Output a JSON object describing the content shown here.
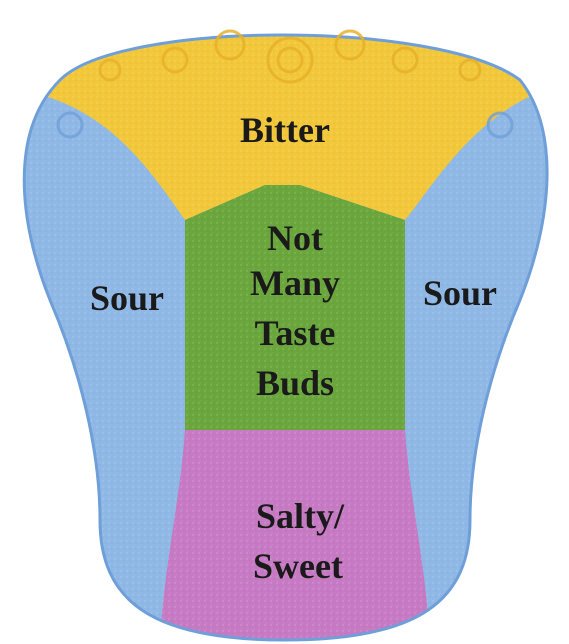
{
  "regions": {
    "bitter": {
      "label": "Bitter",
      "color": "#f2c83a"
    },
    "center": {
      "label_lines": [
        "Not",
        "Many",
        "Taste",
        "Buds"
      ],
      "color": "#6aa63c"
    },
    "sour_left": {
      "label": "Sour",
      "color": "#8fb8e6"
    },
    "sour_right": {
      "label": "Sour",
      "color": "#8fb8e6"
    },
    "salty_sweet": {
      "label_lines": [
        "Salty/",
        "Sweet"
      ],
      "color": "#c77ac4"
    }
  },
  "colors": {
    "outline_blue": "#6f9fd8",
    "swirl": "#e8b12a",
    "background": "#ffffff"
  }
}
